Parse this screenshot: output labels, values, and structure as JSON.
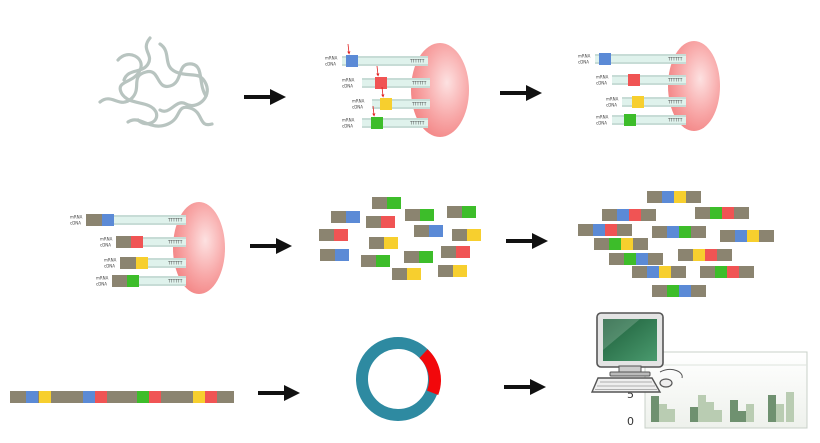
{
  "labels": {
    "mrna": "mRNA",
    "cdna": "cDNA",
    "poly_t": "TTTTTT"
  },
  "chart_tick_labels": [
    "0",
    "5"
  ],
  "colors": {
    "background": "#ffffff",
    "strand": "#8b8470",
    "blue": "#5b8ad6",
    "red": "#f05454",
    "yellow": "#f7cf2e",
    "green": "#3dbd2a",
    "bead": "#f6a3a3",
    "rna_curl": "#b8c4c0",
    "donut_main": "#2e8aa1",
    "donut_accent": "#f2080b",
    "bar_dark": "#6f9170",
    "bar_light": "#b9ccb2"
  },
  "icons": [
    "rna-tangle-icon",
    "monitor-icon",
    "keyboard-icon",
    "mouse-icon"
  ]
}
